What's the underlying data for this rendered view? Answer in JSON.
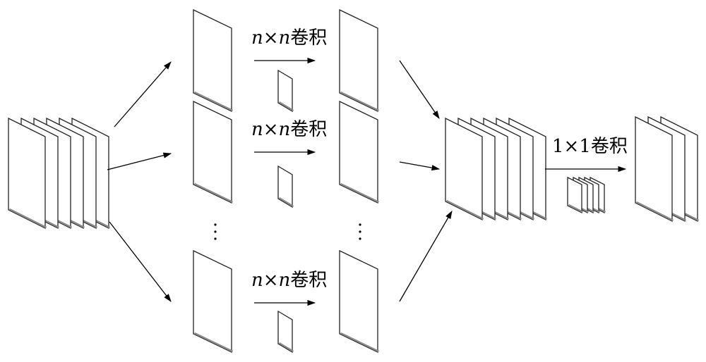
{
  "labels": {
    "conv_top": {
      "a": "n",
      "times": "×",
      "b": "n",
      "suffix": "卷积"
    },
    "conv_mid": {
      "a": "n",
      "times": "×",
      "b": "n",
      "suffix": "卷积"
    },
    "conv_bot": {
      "a": "n",
      "times": "×",
      "b": "n",
      "suffix": "卷积"
    },
    "conv_1x1": "1×1卷积"
  },
  "colors": {
    "stroke": "#222222",
    "shadow": "#8a8a8a",
    "arrow": "#000000",
    "text": "#000000"
  }
}
